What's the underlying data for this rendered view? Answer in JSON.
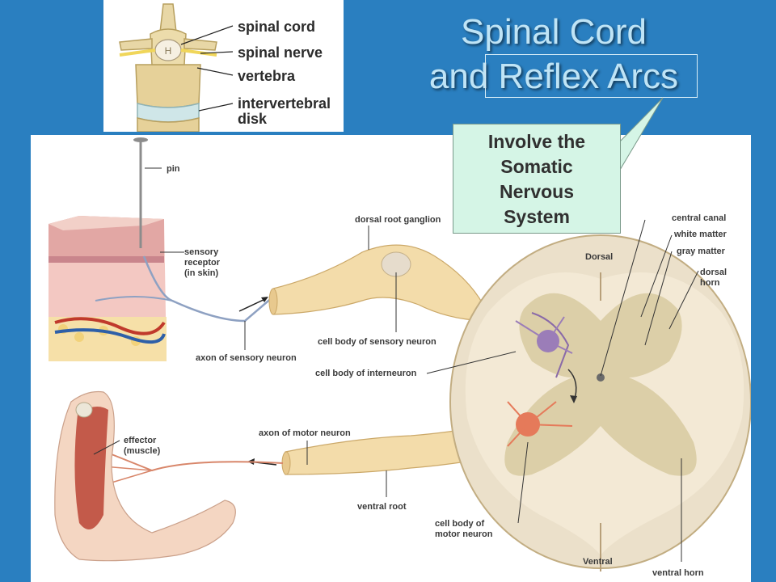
{
  "slide": {
    "title_line1": "Spinal Cord",
    "title_line2": "and Reflex Arcs",
    "callout": "Involve the\nSomatic\nNervous\nSystem"
  },
  "inset": {
    "labels": {
      "spinal_cord": "spinal cord",
      "spinal_nerve": "spinal nerve",
      "vertebra": "vertebra",
      "disk_line1": "intervertebral",
      "disk_line2": "disk"
    }
  },
  "figure": {
    "labels": {
      "pin": "pin",
      "sensory_receptor": "sensory\nreceptor\n(in skin)",
      "dorsal_root_ganglion": "dorsal root ganglion",
      "axon_sensory": "axon of sensory neuron",
      "cell_body_sensory": "cell body of sensory neuron",
      "cell_body_interneuron": "cell body of interneuron",
      "effector": "effector\n(muscle)",
      "axon_motor": "axon of motor neuron",
      "ventral_root": "ventral root",
      "cell_body_motor": "cell body of\nmotor neuron",
      "dorsal": "Dorsal",
      "ventral": "Ventral",
      "central_canal": "central canal",
      "white_matter": "white matter",
      "gray_matter": "gray matter",
      "dorsal_horn": "dorsal\nhorn",
      "ventral_horn": "ventral horn"
    }
  },
  "colors": {
    "background": "#2a7fc0",
    "title": "#bfe4f6",
    "callout_fill": "#d5f5e6"
  }
}
